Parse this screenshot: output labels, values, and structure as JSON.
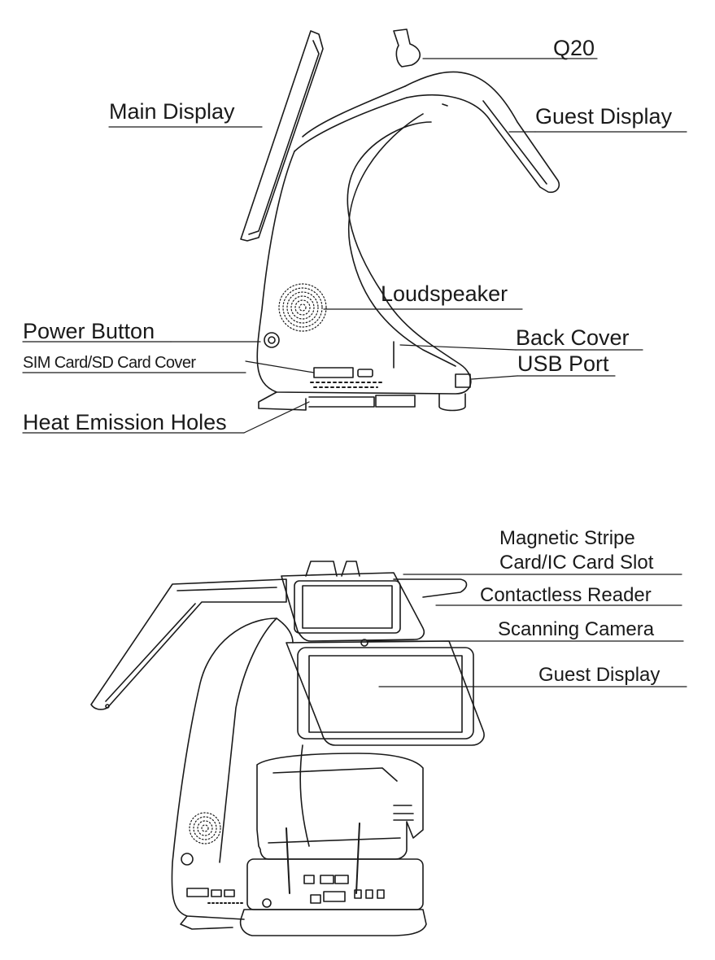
{
  "product_name": "Q20",
  "side_view": {
    "labels": {
      "main_display": "Main Display",
      "guest_display": "Guest Display",
      "loudspeaker": "Loudspeaker",
      "power_button": "Power Button",
      "back_cover": "Back Cover",
      "sim_sd_cover": "SIM Card/SD Card Cover",
      "usb_port": "USB Port",
      "heat_emission_holes": "Heat Emission Holes"
    }
  },
  "front_view": {
    "labels": {
      "msr_line1": "Magnetic Stripe",
      "msr_line2": "Card/IC Card Slot",
      "contactless_reader": "Contactless Reader",
      "scanning_camera": "Scanning Camera",
      "guest_display": "Guest Display"
    }
  },
  "colors": {
    "line": "#1a1a1a",
    "background": "#ffffff"
  }
}
